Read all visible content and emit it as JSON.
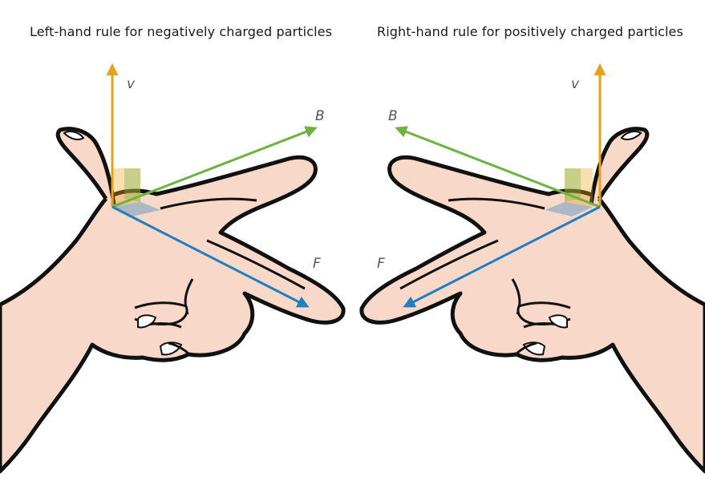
{
  "left_panel": {
    "title": "Left-hand rule for negatively charged particles",
    "vectors": {
      "v": "v",
      "B": "B",
      "F": "F"
    }
  },
  "right_panel": {
    "title": "Right-hand rule for positively charged particles",
    "vectors": {
      "v": "v",
      "B": "B",
      "F": "F"
    }
  },
  "colors": {
    "v_arrow": "#e8a21a",
    "B_arrow": "#6cb33f",
    "F_arrow": "#1f7fc0",
    "skin": "#f8d8c8",
    "outline": "#111111",
    "text": "#1a1a1a"
  }
}
